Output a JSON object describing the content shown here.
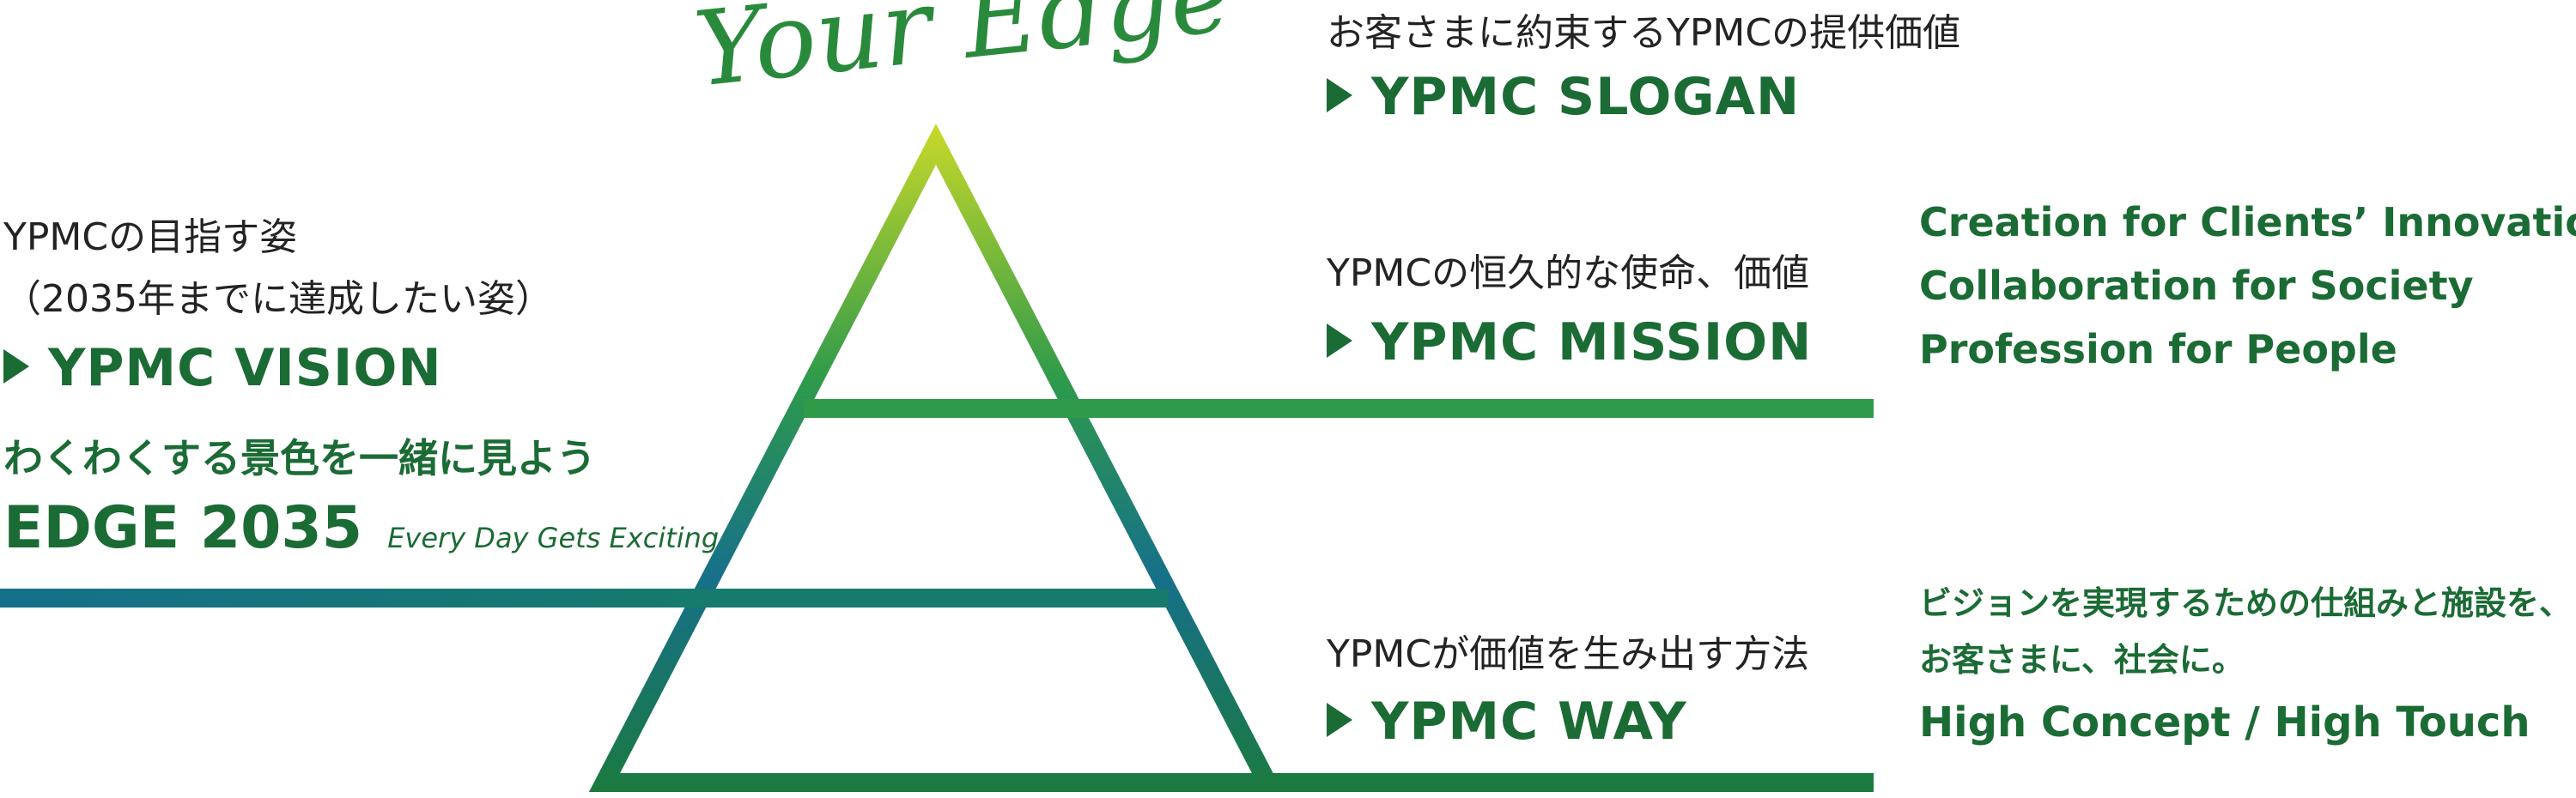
{
  "brand": {
    "script_title": "Your Edge"
  },
  "vision": {
    "sub1": "YPMCの目指す姿",
    "sub2": "（2035年までに達成したい姿）",
    "heading": "YPMC VISION",
    "tagline": "わくわくする景色を一緒に見よう",
    "edge": "EDGE 2035",
    "edge_sub": "Every Day Gets Exciting"
  },
  "slogan": {
    "sub": "お客さまに約束するYPMCの提供価値",
    "heading": "YPMC SLOGAN"
  },
  "mission": {
    "sub": "YPMCの恒久的な使命、価値",
    "heading": "YPMC MISSION",
    "items": [
      "Creation for Clients’ Innovation",
      "Collaboration for Society",
      "Profession for People"
    ]
  },
  "way": {
    "sub": "YPMCが価値を生み出す方法",
    "heading": "YPMC WAY",
    "desc1": "ビジョンを実現するための仕組みと施設を、",
    "desc2": "お客さまに、社会に。",
    "concept": "High Concept / High Touch"
  },
  "colors": {
    "primary_green": "#1b6b35",
    "apex_yellow_green": "#c6d82a",
    "mid_green": "#2e9a4b",
    "teal": "#16708a"
  }
}
